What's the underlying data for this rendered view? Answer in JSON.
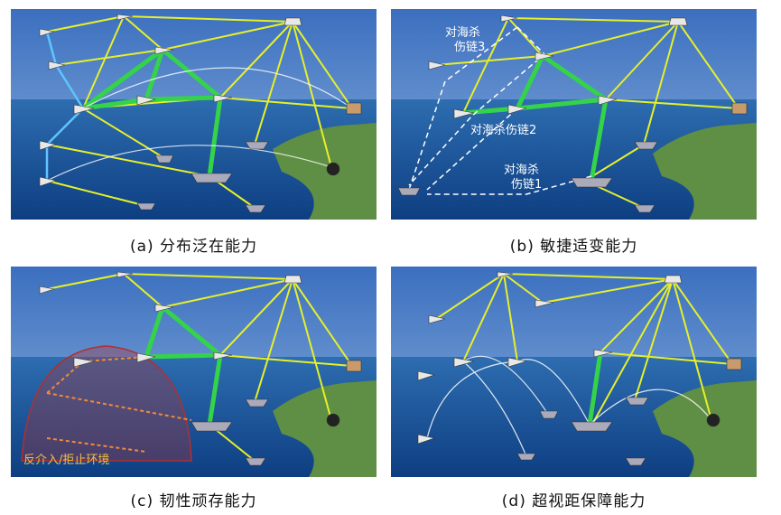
{
  "captions": {
    "a": "(a) 分布泛在能力",
    "b": "(b) 敏捷适变能力",
    "c": "(c) 韧性顽存能力",
    "d": "(d) 超视距保障能力"
  },
  "panel_b_labels": {
    "chain3_line1": "对海杀",
    "chain3_line2": "伤链3",
    "chain2": "对海杀伤链2",
    "chain1_line1": "对海杀",
    "chain1_line2": "伤链1"
  },
  "panel_c_labels": {
    "a2ad": "反介入/拒止环境"
  },
  "colors": {
    "sky": "#4a7ec8",
    "sea": "#1f5aa6",
    "land": "#5f8f45",
    "link_yellow": "#e6f02a",
    "link_green": "#34d34a",
    "link_blue": "#5fc4ff",
    "dome": "#b03030",
    "label_orange": "#f0c040"
  }
}
